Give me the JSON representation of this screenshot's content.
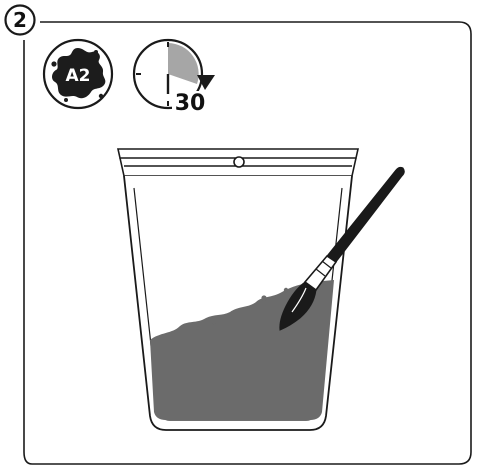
{
  "step": {
    "number": "2"
  },
  "badge": {
    "label": "A2",
    "icon": "paint-splat-icon"
  },
  "timer": {
    "value": "30",
    "icon": "stopwatch-icon"
  },
  "colors": {
    "outline": "#1a1a1a",
    "paint": "#6b6b6b",
    "timer_fill": "#a6a6a6",
    "badge_fill": "#1c1c1c"
  }
}
